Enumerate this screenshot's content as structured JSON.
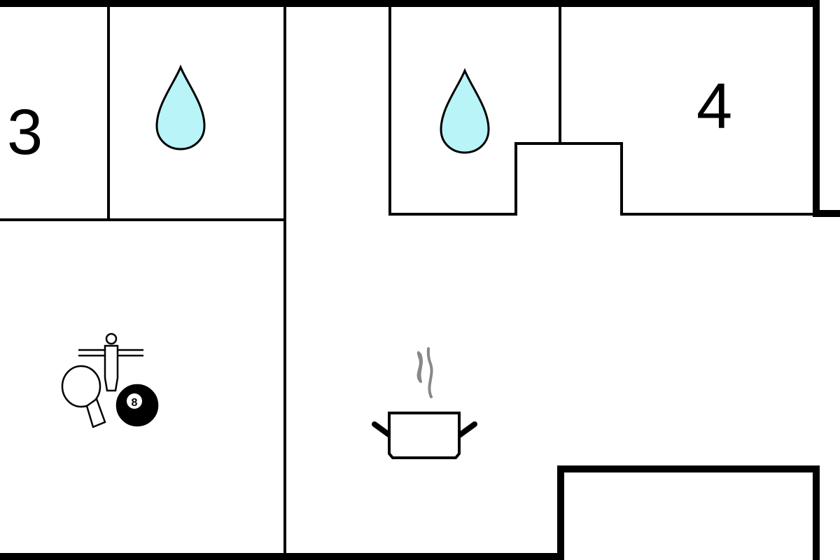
{
  "floorplan": {
    "rooms": [
      {
        "label": "3",
        "type": "bedroom"
      },
      {
        "label": "4",
        "type": "bedroom"
      }
    ],
    "icons": [
      "bathroom-drop-icon",
      "bathroom-drop-icon",
      "game-room-icon",
      "kitchen-pot-icon"
    ],
    "ball_number": "8",
    "colors": {
      "wall": "#000000",
      "water": "#b8f4f8",
      "steam": "#888888",
      "background": "#ffffff"
    }
  }
}
